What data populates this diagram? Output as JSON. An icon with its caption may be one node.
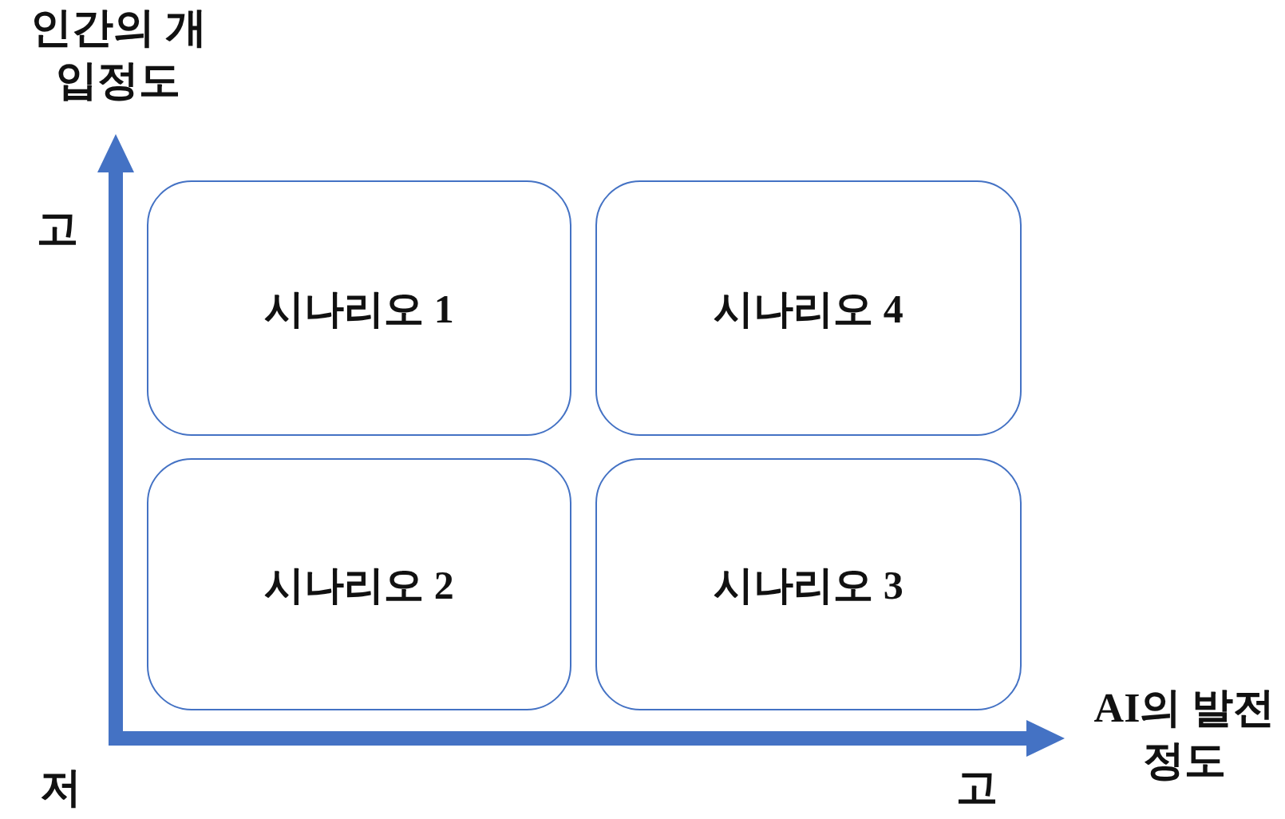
{
  "diagram": {
    "nodes": [
      {
        "text": [
          "시나리오 1"
        ]
      },
      {
        "text": [
          "시나리오 4"
        ]
      },
      {
        "text": [
          "시나리오 2"
        ]
      },
      {
        "text": [
          "시나리오 3"
        ]
      }
    ],
    "labels": [
      "인간의 개입정도",
      "고",
      "AI의 발전정도",
      "저",
      "고"
    ]
  }
}
